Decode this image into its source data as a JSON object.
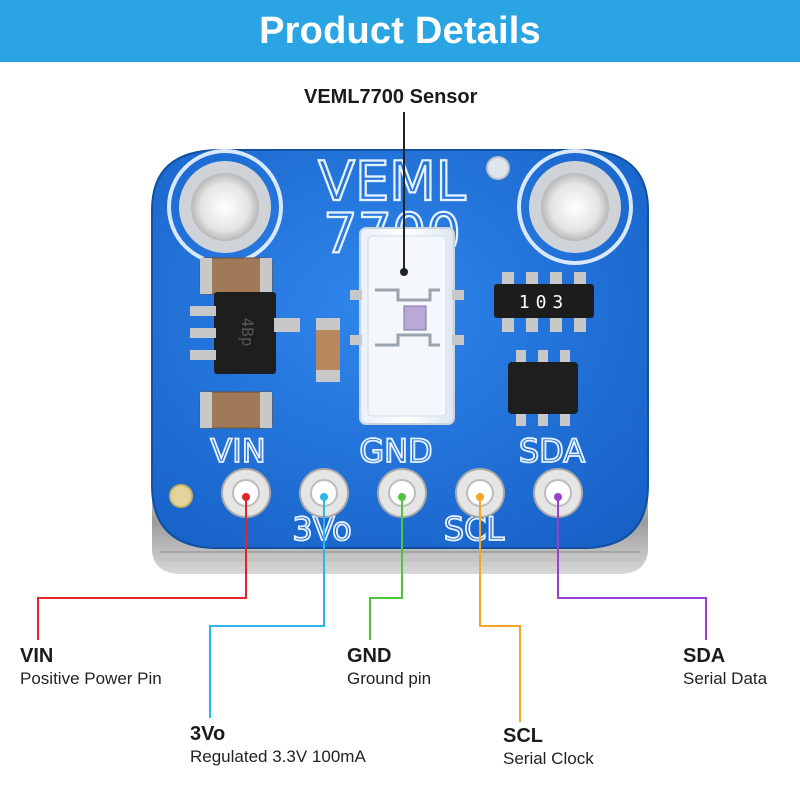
{
  "header": {
    "title": "Product Details"
  },
  "sensor": {
    "label": "VEML7700 Sensor"
  },
  "board": {
    "silk_top": "VEML",
    "silk_bottom": "7700",
    "resistor_code": "103",
    "pin_labels_top": [
      "VIN",
      "GND",
      "SDA"
    ],
    "pin_labels_bottom": [
      "3Vo",
      "SCL"
    ],
    "board_color": "#1f6fd6"
  },
  "pins": [
    {
      "name": "VIN",
      "description": "Positive Power Pin",
      "color": "#e0262b"
    },
    {
      "name": "3Vo",
      "description": "Regulated 3.3V 100mA",
      "color": "#2bb5e8"
    },
    {
      "name": "GND",
      "description": "Ground pin",
      "color": "#4cc83a"
    },
    {
      "name": "SCL",
      "description": "Serial Clock",
      "color": "#f2a623"
    },
    {
      "name": "SDA",
      "description": "Serial Data",
      "color": "#9b3fd1"
    }
  ]
}
